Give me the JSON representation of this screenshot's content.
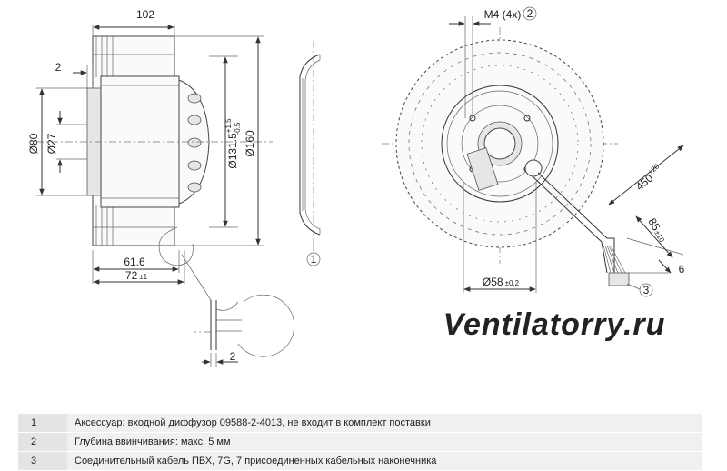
{
  "dimensions": {
    "width_total": "102",
    "flange": "2",
    "d80": "Ø80",
    "d27": "Ø27",
    "d131": "Ø131.5",
    "d131_tol_up": "+1.5",
    "d131_tol_dn": "-0.5",
    "d160": "Ø160",
    "len61": "61.6",
    "len72": "72",
    "len72_tol": "±1",
    "detail_depth": "2",
    "m4": "M4 (4x)",
    "d58": "Ø58",
    "d58_tol": "±0.2",
    "cable450": "450",
    "cable450_tol": "+20",
    "cable85": "85",
    "cable85_tol": "±10",
    "cable6": "6"
  },
  "callouts": {
    "c1": "1",
    "c2": "2",
    "c3": "3"
  },
  "watermark": "Ventilatorry.ru",
  "notes": [
    {
      "num": "1",
      "text": "Аксессуар: входной диффузор 09588-2-4013, не входит в комплект поставки"
    },
    {
      "num": "2",
      "text": "Глубина ввинчивания: макс. 5 мм"
    },
    {
      "num": "3",
      "text": "Соединительный кабель ПВХ, 7G, 7 присоединенных кабельных наконечника"
    }
  ]
}
